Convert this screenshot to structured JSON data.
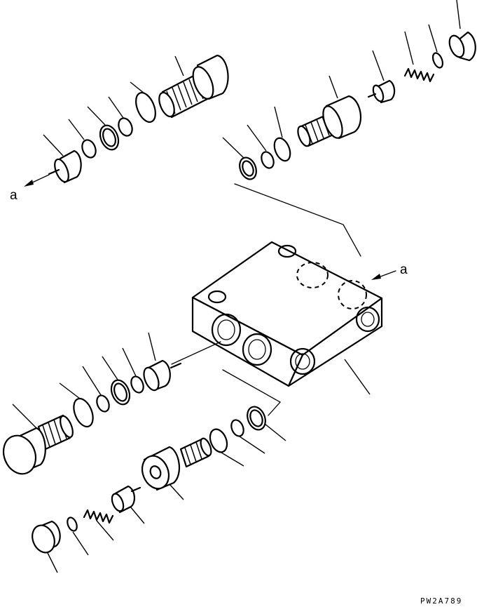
{
  "labels": {
    "arrow_a_left": "a",
    "arrow_a_right": "a",
    "drawing_code": "PW2A789"
  }
}
